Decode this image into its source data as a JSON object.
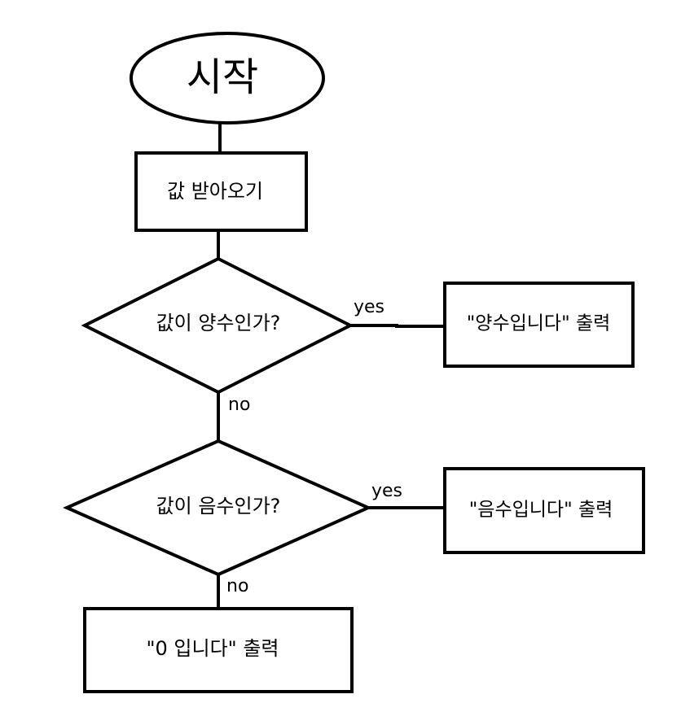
{
  "nodes": {
    "start": {
      "label": "시작"
    },
    "input": {
      "label": "값 받아오기"
    },
    "decision_positive": {
      "label": "값이 양수인가?"
    },
    "output_positive": {
      "label": "\"양수입니다\" 출력"
    },
    "decision_negative": {
      "label": "값이 음수인가?"
    },
    "output_negative": {
      "label": "\"음수입니다\" 출력"
    },
    "output_zero": {
      "label": "\"0 입니다\" 출력"
    }
  },
  "edges": {
    "positive_yes": {
      "label": "yes"
    },
    "positive_no": {
      "label": "no"
    },
    "negative_yes": {
      "label": "yes"
    },
    "negative_no": {
      "label": "no"
    }
  },
  "colors": {
    "stroke": "#000000",
    "fill": "#ffffff"
  }
}
